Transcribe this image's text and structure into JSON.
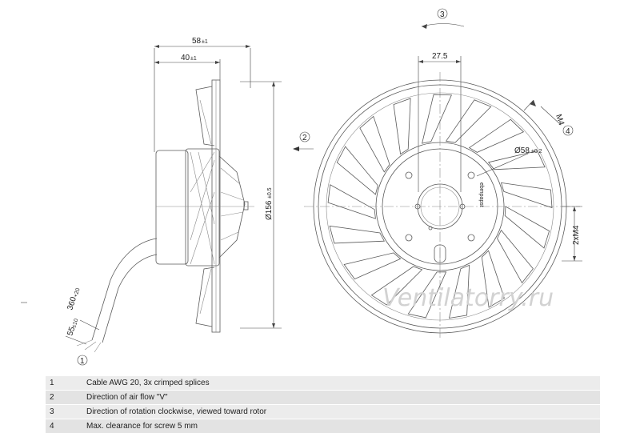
{
  "dimensions": {
    "width_58": "58",
    "width_58_tol": "±1",
    "width_40": "40",
    "width_40_tol": "±1",
    "dia_156": "Ø156",
    "dia_156_tol": "±0.5",
    "cable_360": "360",
    "cable_360_tol": "+20",
    "cable_55": "55",
    "cable_55_tol": "±10",
    "offset_27_5": "27.5",
    "dia_58": "Ø58",
    "dia_58_tol": "±0.2",
    "thread_m4": "M4",
    "thread_2xm4": "2xM4"
  },
  "callouts": {
    "c1": "1",
    "c2": "2",
    "c3": "3",
    "c4": "4"
  },
  "watermark": "Ventilatorry.ru",
  "legend": [
    {
      "num": "1",
      "text": "Cable AWG 20, 3x crimped splices"
    },
    {
      "num": "2",
      "text": "Direction of air flow \"V\""
    },
    {
      "num": "3",
      "text": "Direction of rotation clockwise, viewed toward rotor"
    },
    {
      "num": "4",
      "text": "Max. clearance for screw 5 mm"
    }
  ]
}
